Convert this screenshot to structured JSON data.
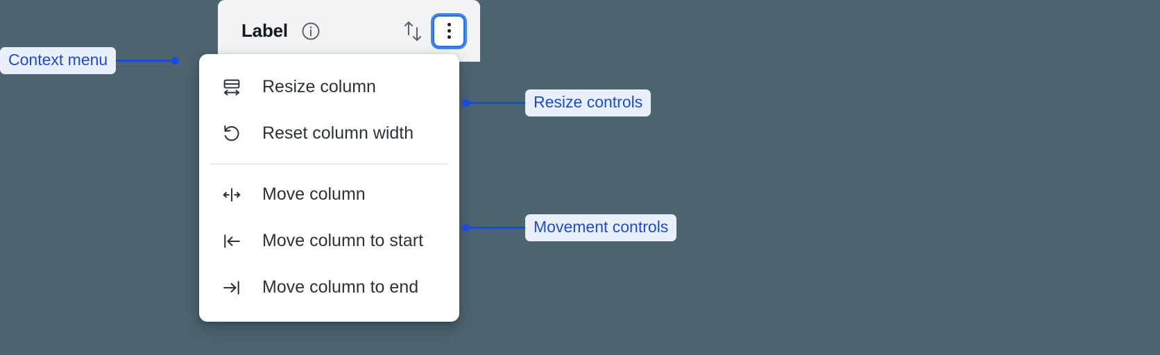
{
  "background_color": "#4c6570",
  "accent_color": "#1b4ae0",
  "focus_ring_color": "#4285f4",
  "column_header": {
    "title": "Label",
    "info_icon": "info-circle-icon",
    "sort_icon": "sort-up-down-icon",
    "menu_icon": "kebab-menu-icon"
  },
  "context_menu": {
    "groups": [
      {
        "name": "resize-controls",
        "items": [
          {
            "icon": "resize-column-icon",
            "label": "Resize column"
          },
          {
            "icon": "reset-width-icon",
            "label": "Reset column width"
          }
        ]
      },
      {
        "name": "movement-controls",
        "items": [
          {
            "icon": "move-column-icon",
            "label": "Move column"
          },
          {
            "icon": "move-to-start-icon",
            "label": "Move column to start"
          },
          {
            "icon": "move-to-end-icon",
            "label": "Move column to end"
          }
        ]
      }
    ]
  },
  "annotations": [
    {
      "id": "context-menu",
      "label": "Context menu"
    },
    {
      "id": "resize",
      "label": "Resize controls"
    },
    {
      "id": "movement",
      "label": "Movement controls"
    }
  ]
}
